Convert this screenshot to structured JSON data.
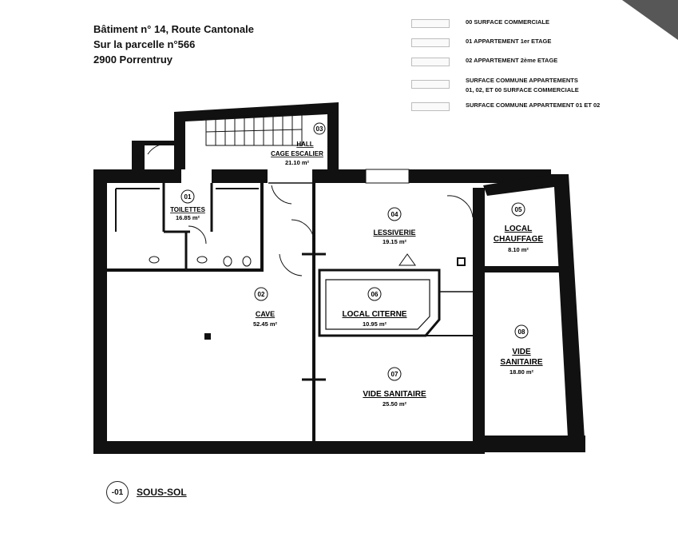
{
  "header": {
    "line1": "Bâtiment n° 14, Route Cantonale",
    "line2": "Sur la parcelle n°566",
    "line3": "2900 Porrentruy"
  },
  "legend": [
    {
      "label": "00 SURFACE COMMERCIALE"
    },
    {
      "label": "01 APPARTEMENT 1er ETAGE"
    },
    {
      "label": "02 APPARTEMENT 2ème ETAGE"
    },
    {
      "label": "SURFACE COMMUNE APPARTEMENTS",
      "label2": "01, 02, ET 00 SURFACE COMMERCIALE"
    },
    {
      "label": "SURFACE COMMUNE APPARTEMENT 01 ET 02"
    }
  ],
  "rooms": {
    "hall": {
      "num": "03",
      "name1": "HALL",
      "name2": "CAGE ESCALIER",
      "area": "21.10 m²"
    },
    "toilettes": {
      "num": "01",
      "name": "TOILETTES",
      "area": "16.85 m²"
    },
    "lessiverie": {
      "num": "04",
      "name": "LESSIVERIE",
      "area": "19.15 m²"
    },
    "chauffage": {
      "num": "05",
      "name1": "LOCAL",
      "name2": "CHAUFFAGE",
      "area": "8.10 m²"
    },
    "cave": {
      "num": "02",
      "name": "CAVE",
      "area": "52.45 m²"
    },
    "citerne": {
      "num": "06",
      "name": "LOCAL CITERNE",
      "area": "10.95 m²"
    },
    "vide_san": {
      "num": "07",
      "name": "VIDE SANITAIRE",
      "area": "25.50 m²"
    },
    "vide_san2": {
      "num": "08",
      "name1": "VIDE",
      "name2": "SANITAIRE",
      "area": "18.80 m²"
    }
  },
  "level": {
    "badge": "-01",
    "name": "SOUS-SOL"
  }
}
